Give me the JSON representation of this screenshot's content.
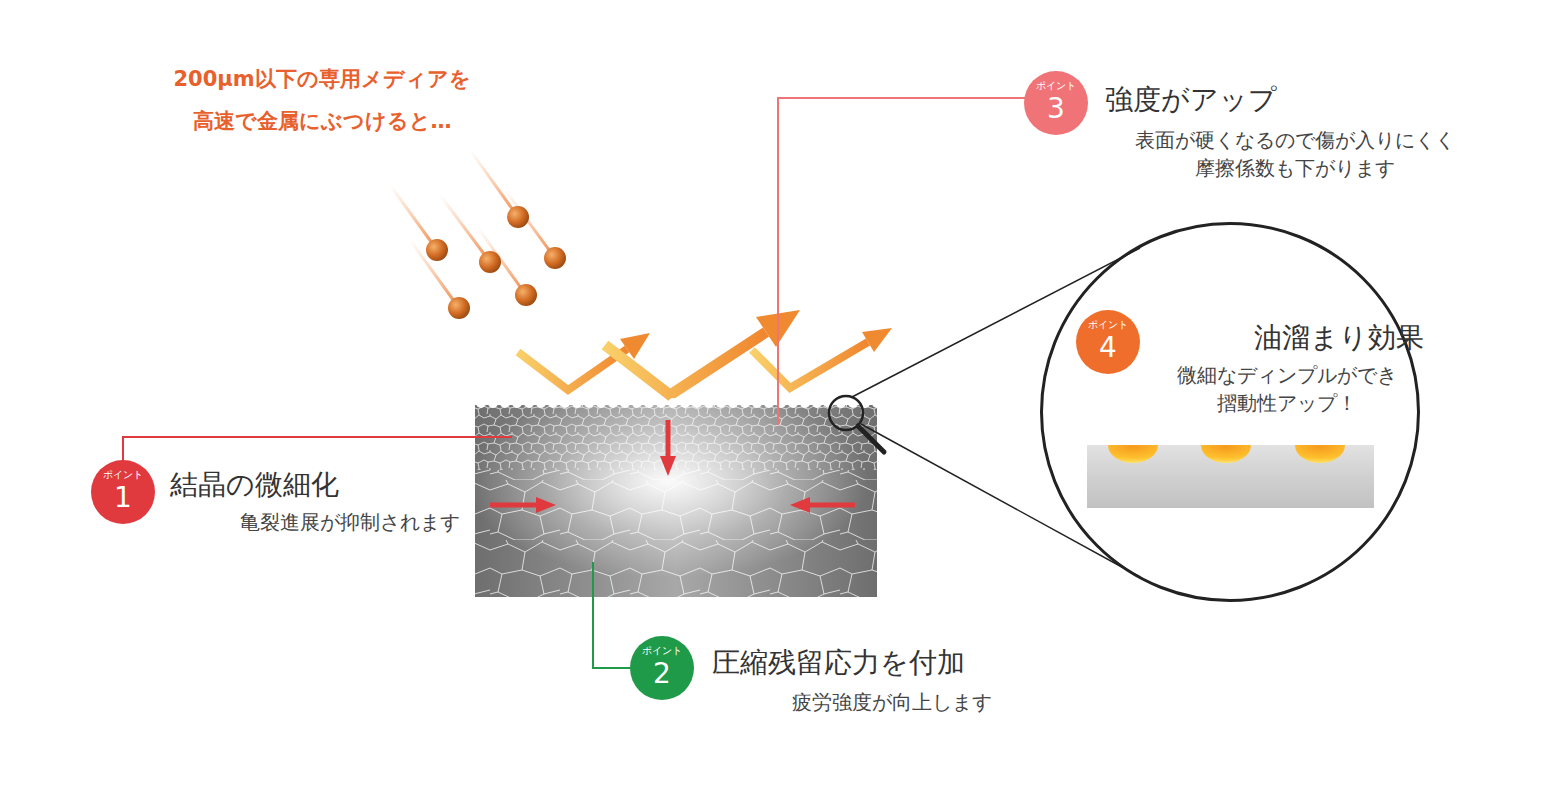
{
  "diagram": {
    "nodes": [
      {
        "text": [
          "ポイント",
          "1",
          "結晶の微細化",
          "亀裂進展が抑制されます"
        ]
      },
      {
        "text": [
          "ポイント",
          "2",
          "圧縮残留応力を付加",
          "疲労強度が向上します"
        ]
      },
      {
        "text": [
          "ポイント",
          "3",
          "強度がアップ",
          "表面が硬くなるので傷が入りにくく 摩擦係数も下がります"
        ]
      },
      {
        "text": [
          "油溜まり効果",
          "微細なディンプルができ 摺動性アップ！"
        ]
      },
      {
        "text": [
          "ポイント",
          "4"
        ],
        "in": 3
      }
    ],
    "labels": [
      "200μm以下の専用メディアを 高速で金属にぶつけると…"
    ]
  }
}
